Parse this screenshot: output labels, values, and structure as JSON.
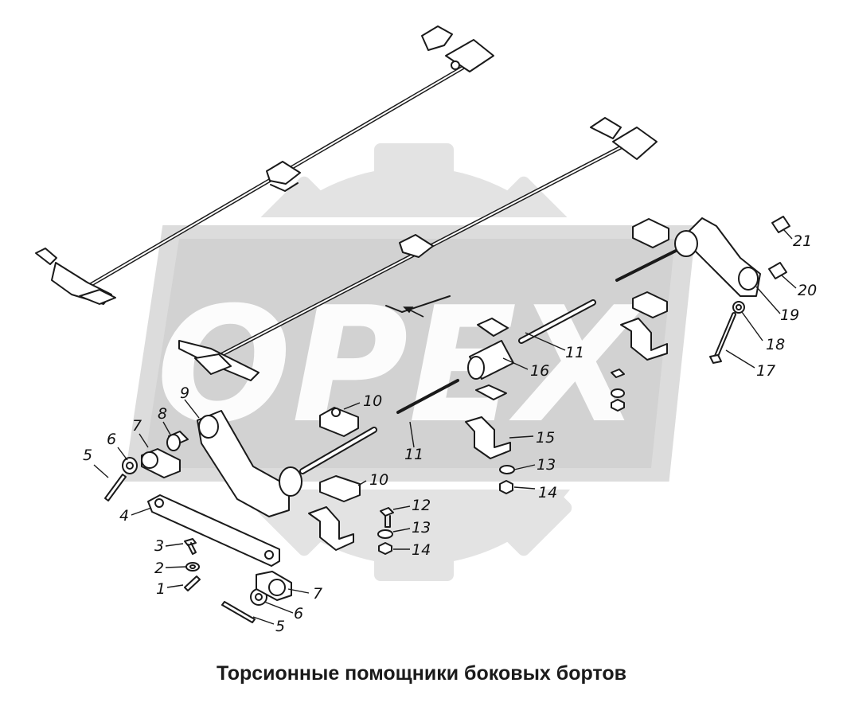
{
  "watermark": {
    "text": "ОРЕХ"
  },
  "caption": "Торсионные помощники боковых бортов",
  "callouts": {
    "c1": "1",
    "c2": "2",
    "c3": "3",
    "c4": "4",
    "c5a": "5",
    "c5b": "5",
    "c6a": "6",
    "c6b": "6",
    "c7a": "7",
    "c7b": "7",
    "c8": "8",
    "c9": "9",
    "c10a": "10",
    "c10b": "10",
    "c11a": "11",
    "c11b": "11",
    "c12": "12",
    "c13a": "13",
    "c13b": "13",
    "c14a": "14",
    "c14b": "14",
    "c15": "15",
    "c16": "16",
    "c17": "17",
    "c18": "18",
    "c19": "19",
    "c20": "20",
    "c21": "21"
  }
}
